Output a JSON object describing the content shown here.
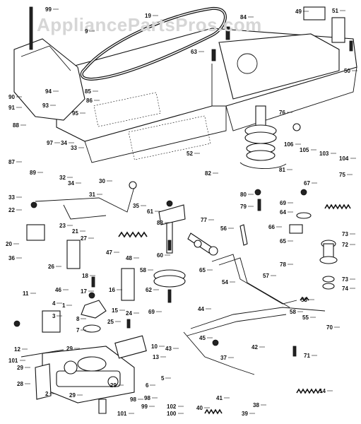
{
  "watermark": "AppliancePartsPros.com",
  "callouts": [
    {
      "label": "99"
    },
    {
      "label": "19"
    },
    {
      "label": "84"
    },
    {
      "label": "49"
    },
    {
      "label": "51"
    },
    {
      "label": "9"
    },
    {
      "label": "63"
    },
    {
      "label": "50"
    },
    {
      "label": "94"
    },
    {
      "label": "85"
    },
    {
      "label": "90"
    },
    {
      "label": "93"
    },
    {
      "label": "91"
    },
    {
      "label": "95"
    },
    {
      "label": "86"
    },
    {
      "label": "76"
    },
    {
      "label": "88"
    },
    {
      "label": "97"
    },
    {
      "label": "34"
    },
    {
      "label": "33"
    },
    {
      "label": "106"
    },
    {
      "label": "105"
    },
    {
      "label": "103"
    },
    {
      "label": "104"
    },
    {
      "label": "52"
    },
    {
      "label": "87"
    },
    {
      "label": "89"
    },
    {
      "label": "82"
    },
    {
      "label": "81"
    },
    {
      "label": "75"
    },
    {
      "label": "32"
    },
    {
      "label": "30"
    },
    {
      "label": "34"
    },
    {
      "label": "67"
    },
    {
      "label": "33"
    },
    {
      "label": "31"
    },
    {
      "label": "80"
    },
    {
      "label": "69"
    },
    {
      "label": "22"
    },
    {
      "label": "35"
    },
    {
      "label": "61"
    },
    {
      "label": "79"
    },
    {
      "label": "64"
    },
    {
      "label": "23"
    },
    {
      "label": "83"
    },
    {
      "label": "77"
    },
    {
      "label": "56"
    },
    {
      "label": "66"
    },
    {
      "label": "73"
    },
    {
      "label": "20"
    },
    {
      "label": "21"
    },
    {
      "label": "27"
    },
    {
      "label": "72"
    },
    {
      "label": "36"
    },
    {
      "label": "47"
    },
    {
      "label": "60"
    },
    {
      "label": "65"
    },
    {
      "label": "65"
    },
    {
      "label": "26"
    },
    {
      "label": "48"
    },
    {
      "label": "78"
    },
    {
      "label": "18"
    },
    {
      "label": "58"
    },
    {
      "label": "57"
    },
    {
      "label": "54"
    },
    {
      "label": "73"
    },
    {
      "label": "46"
    },
    {
      "label": "16"
    },
    {
      "label": "74"
    },
    {
      "label": "62"
    },
    {
      "label": "17"
    },
    {
      "label": "11"
    },
    {
      "label": "53"
    },
    {
      "label": "15"
    },
    {
      "label": "24"
    },
    {
      "label": "4"
    },
    {
      "label": "1"
    },
    {
      "label": "69"
    },
    {
      "label": "44"
    },
    {
      "label": "58"
    },
    {
      "label": "55"
    },
    {
      "label": "8"
    },
    {
      "label": "7"
    },
    {
      "label": "25"
    },
    {
      "label": "12"
    },
    {
      "label": "3"
    },
    {
      "label": "45"
    },
    {
      "label": "70"
    },
    {
      "label": "42"
    },
    {
      "label": "29"
    },
    {
      "label": "10"
    },
    {
      "label": "43"
    },
    {
      "label": "13"
    },
    {
      "label": "101"
    },
    {
      "label": "37"
    },
    {
      "label": "71"
    },
    {
      "label": "29"
    },
    {
      "label": "28"
    },
    {
      "label": "5"
    },
    {
      "label": "29"
    },
    {
      "label": "6"
    },
    {
      "label": "14"
    },
    {
      "label": "2"
    },
    {
      "label": "29"
    },
    {
      "label": "41"
    },
    {
      "label": "98"
    },
    {
      "label": "38"
    },
    {
      "label": "101"
    },
    {
      "label": "100"
    },
    {
      "label": "102"
    },
    {
      "label": "40"
    },
    {
      "label": "39"
    },
    {
      "label": "98"
    },
    {
      "label": "99"
    }
  ]
}
